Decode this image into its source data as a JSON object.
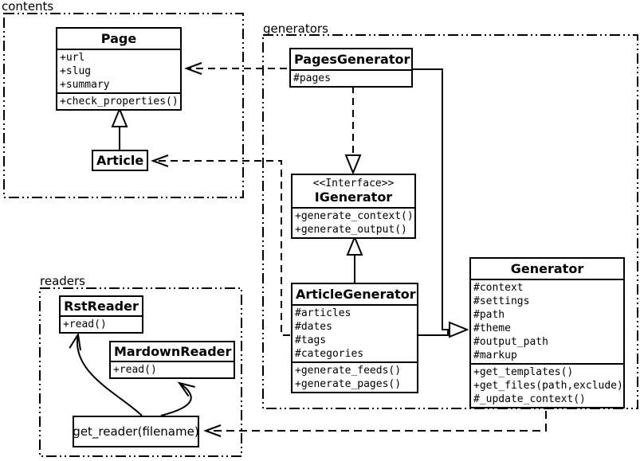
{
  "diagram_type": "uml-class-diagram",
  "colors": {
    "line": "#000000",
    "background": "#ffffff",
    "text": "#000000"
  },
  "packages": {
    "contents": {
      "label": "contents"
    },
    "generators": {
      "label": "generators"
    },
    "readers": {
      "label": "readers"
    }
  },
  "classes": {
    "page": {
      "name": "Page",
      "attributes": [
        "+url",
        "+slug",
        "+summary"
      ],
      "methods": [
        "+check_properties()"
      ]
    },
    "article": {
      "name": "Article"
    },
    "pages_generator": {
      "name": "PagesGenerator",
      "attributes": [
        "#pages"
      ]
    },
    "igenerator": {
      "stereotype": "<<Interface>>",
      "name": "IGenerator",
      "methods": [
        "+generate_context()",
        "+generate_output()"
      ]
    },
    "article_generator": {
      "name": "ArticleGenerator",
      "attributes": [
        "#articles",
        "#dates",
        "#tags",
        "#categories"
      ],
      "methods": [
        "+generate_feeds()",
        "+generate_pages()"
      ]
    },
    "generator": {
      "name": "Generator",
      "attributes": [
        "#context",
        "#settings",
        "#path",
        "#theme",
        "#output_path",
        "#markup"
      ],
      "methods": [
        "+get_templates()",
        "+get_files(path,exclude)",
        "#_update_context()"
      ]
    },
    "rst_reader": {
      "name": "RstReader",
      "methods": [
        "+read()"
      ]
    },
    "mardown_reader": {
      "name": "MardownReader",
      "methods": [
        "+read()"
      ]
    },
    "get_reader": {
      "label": "get_reader(filename)"
    }
  },
  "relationships": [
    {
      "from": "Article",
      "to": "Page",
      "type": "inheritance"
    },
    {
      "from": "PagesGenerator",
      "to": "Page",
      "type": "dependency"
    },
    {
      "from": "ArticleGenerator",
      "to": "Article",
      "type": "dependency"
    },
    {
      "from": "PagesGenerator",
      "to": "IGenerator",
      "type": "realization"
    },
    {
      "from": "ArticleGenerator",
      "to": "IGenerator",
      "type": "inheritance"
    },
    {
      "from": "PagesGenerator",
      "to": "Generator",
      "type": "inheritance"
    },
    {
      "from": "ArticleGenerator",
      "to": "Generator",
      "type": "inheritance"
    },
    {
      "from": "Generator",
      "to": "get_reader(filename)",
      "type": "dependency"
    },
    {
      "from": "get_reader(filename)",
      "to": "RstReader",
      "type": "call-arrow"
    },
    {
      "from": "get_reader(filename)",
      "to": "MardownReader",
      "type": "call-arrow"
    }
  ]
}
